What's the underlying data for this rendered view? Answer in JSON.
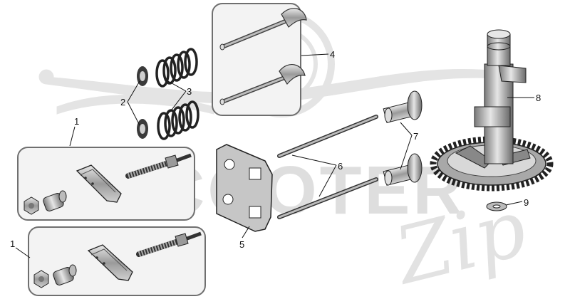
{
  "watermark": {
    "brand_text": "SCOOTER",
    "script_text": "Zip",
    "color": "#dedede"
  },
  "callouts": [
    {
      "id": "c1a",
      "label": "1"
    },
    {
      "id": "c1b",
      "label": "1"
    },
    {
      "id": "c2",
      "label": "2"
    },
    {
      "id": "c3",
      "label": "3"
    },
    {
      "id": "c4",
      "label": "4"
    },
    {
      "id": "c5",
      "label": "5"
    },
    {
      "id": "c6",
      "label": "6"
    },
    {
      "id": "c7",
      "label": "7"
    },
    {
      "id": "c8",
      "label": "8"
    },
    {
      "id": "c9",
      "label": "9"
    }
  ],
  "colors": {
    "line": "#111111",
    "panel_fill": "#f3f3f3",
    "panel_border": "#6f6f6f",
    "part_fill": "#bdbdbd",
    "part_dark": "#5a5a5a"
  }
}
